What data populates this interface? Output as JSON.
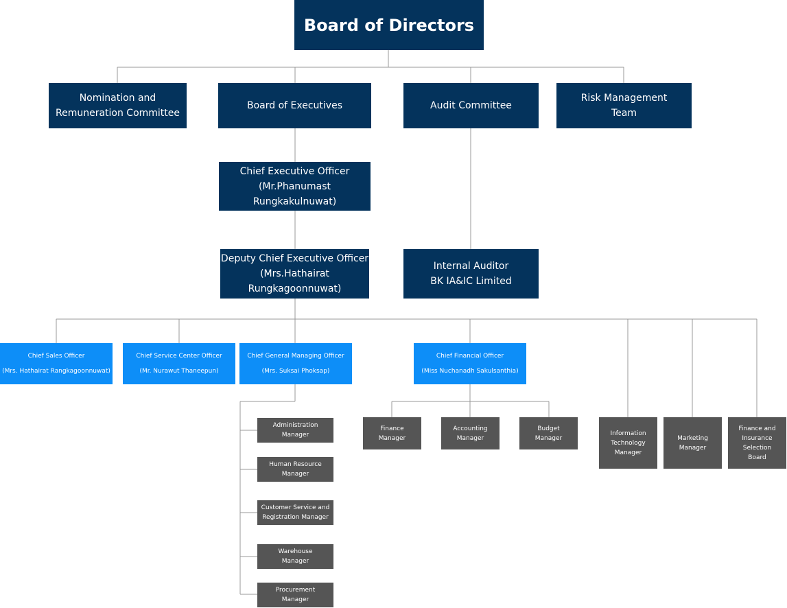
{
  "board": {
    "line1": "Board of Directors"
  },
  "committees": [
    {
      "line1": "Nomination and",
      "line2": "Remuneration Committee"
    },
    {
      "line1": "Board of Executives"
    },
    {
      "line1": "Audit Committee"
    },
    {
      "line1": "Risk Management",
      "line2": "Team"
    }
  ],
  "ceo": {
    "line1": "Chief Executive Officer",
    "line2": "(Mr.Phanumast Rungkakulnuwat)"
  },
  "deputy_ceo": {
    "line1": "Deputy Chief Executive Officer",
    "line2": "(Mrs.Hathairat Rungkagoonnuwat)"
  },
  "internal_auditor": {
    "line1": "Internal Auditor",
    "line2": "BK IA&IC Limited"
  },
  "chiefs": [
    {
      "line1": "Chief Sales Officer",
      "line2": "(Mrs. Hathairat Rangkagoonnuwat)"
    },
    {
      "line1": "Chief Service Center Officer",
      "line2": "(Mr. Nurawut Thaneepun)"
    },
    {
      "line1": "Chief General Managing Officer",
      "line2": "(Mrs. Suksai Phoksap)"
    },
    {
      "line1": "Chief Financial Officer",
      "line2": "(Miss Nuchanadh Sakulsanthia)"
    }
  ],
  "general_managers": [
    {
      "line1": "Administration",
      "line2": "Manager"
    },
    {
      "line1": "Human Resource",
      "line2": "Manager"
    },
    {
      "line1": "Customer Service and",
      "line2": "Registration Manager"
    },
    {
      "line1": "Warehouse",
      "line2": "Manager"
    },
    {
      "line1": "Procurement",
      "line2": "Manager"
    }
  ],
  "finance_managers": [
    {
      "line1": "Finance",
      "line2": "Manager"
    },
    {
      "line1": "Accounting",
      "line2": "Manager"
    },
    {
      "line1": "Budget",
      "line2": "Manager"
    }
  ],
  "other_units": [
    {
      "line1": "Information",
      "line2": "Technology",
      "line3": "Manager"
    },
    {
      "line1": "Marketing",
      "line2": "Manager"
    },
    {
      "line1": "Finance and",
      "line2": "Insurance",
      "line3": "Selection",
      "line4": "Board"
    }
  ],
  "colors": {
    "dark_box": "#04335c",
    "chief_box": "#0d8ef8",
    "manager_box": "#555555",
    "connector": "#999999"
  }
}
